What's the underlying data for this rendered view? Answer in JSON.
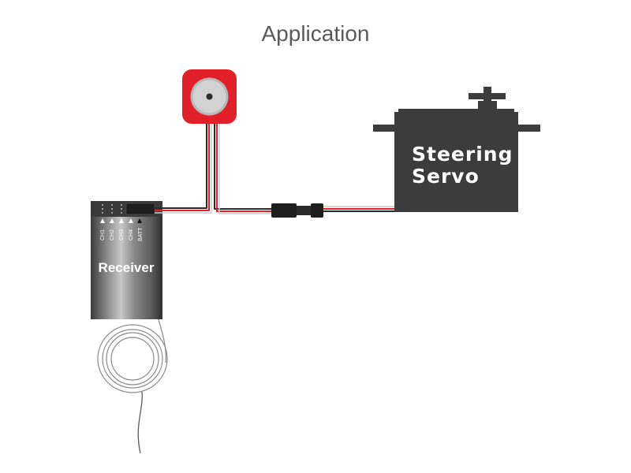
{
  "title": "Application",
  "servo": {
    "line1": "Steering",
    "line2": "Servo"
  },
  "receiver": {
    "label": "Receiver",
    "channels": [
      "CH1",
      "CH2",
      "CH3",
      "CH4",
      "BATT"
    ]
  },
  "colors": {
    "gyro_housing": "#e2202a",
    "servo_body": "#3c3c3c",
    "wire_red": "#e2202a",
    "wire_black": "#2b2b2b"
  },
  "icons": {
    "gyro": "gyro-sensor-icon",
    "connector": "servo-plug-icon",
    "antenna": "antenna-coil-icon"
  }
}
